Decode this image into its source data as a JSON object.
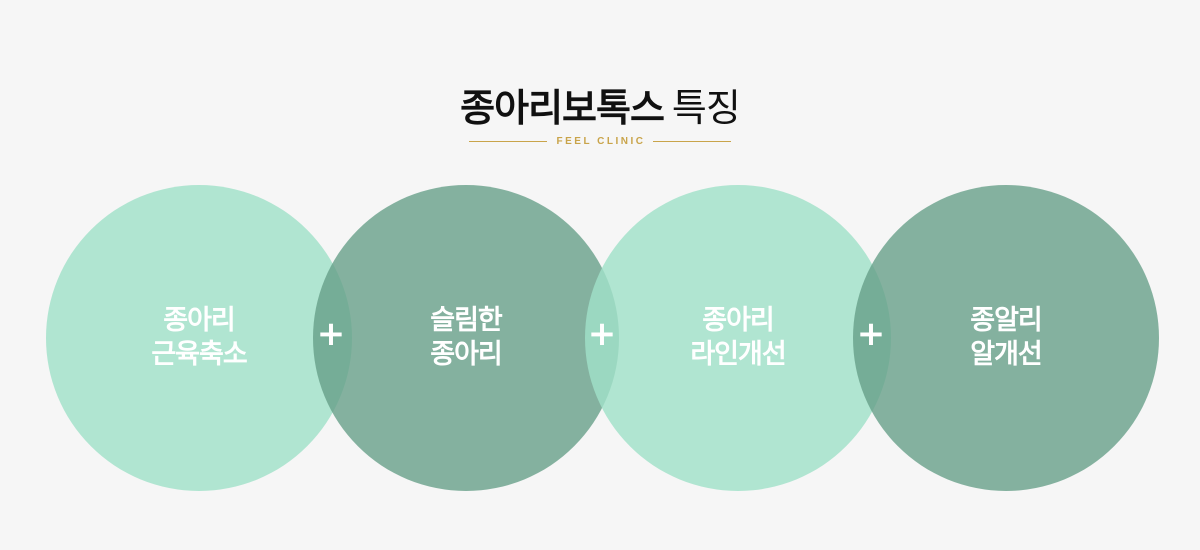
{
  "header": {
    "title_bold": "종아리보톡스",
    "title_light": "특징",
    "subtitle": "FEEL CLINIC"
  },
  "circles": [
    {
      "line1": "종아리",
      "line2": "근육축소",
      "tone": "light"
    },
    {
      "line1": "슬림한",
      "line2": "종아리",
      "tone": "dark"
    },
    {
      "line1": "종아리",
      "line2": "라인개선",
      "tone": "light"
    },
    {
      "line1": "종알리",
      "line2": "알개선",
      "tone": "dark"
    }
  ],
  "connector": "+",
  "colors": {
    "background": "#f6f6f6",
    "accent_gold": "#c9a44a",
    "mint": "#a0e0c8",
    "sage": "#649d86"
  }
}
